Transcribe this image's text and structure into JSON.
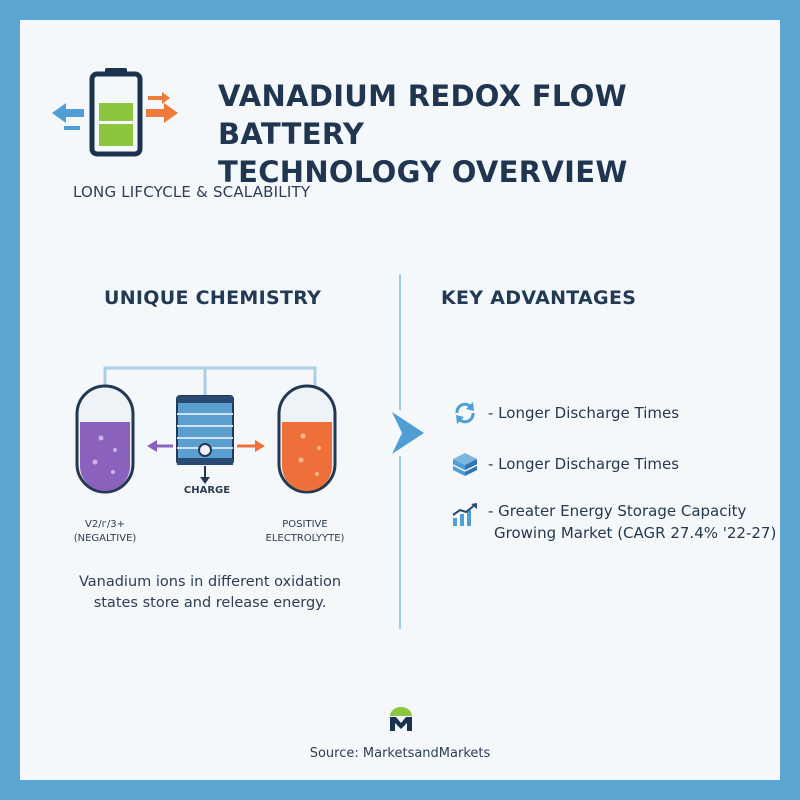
{
  "header": {
    "title_line1": "VANADIUM REDOX FLOW BATTERY",
    "title_line2": "TECHNOLOGY OVERVIEW",
    "subtitle": "LONG LIFCYCLE & SCALABILITY",
    "icon": "battery-charge-icon"
  },
  "chemistry": {
    "heading": "UNIQUE CHEMISTRY",
    "cell_label": "CHARGE",
    "left_tank_line1": "V2/г/3+",
    "left_tank_line2": "(NEGALTIVE)",
    "right_tank_line1": "POSITIVE",
    "right_tank_line2": "ELECTROLYYTE)",
    "caption_line1": "Vanadium ions in different oxidation",
    "caption_line2": "states store and release energy.",
    "colors": {
      "negative": "#8a62bd",
      "positive": "#ee6f3a"
    }
  },
  "advantages": {
    "heading": "KEY ADVANTAGES",
    "items": [
      {
        "icon": "cycle-arrows-icon",
        "text": "- Longer Discharge Times"
      },
      {
        "icon": "storage-cube-icon",
        "text": "- Longer Discharge Times"
      },
      {
        "icon": "growth-chart-icon",
        "text": "- Greater Energy Storage Capacity",
        "text2": "Growing Market (CAGR 27.4% '22-27)"
      }
    ]
  },
  "footer": {
    "logo": "marketsandmarkets-logo",
    "source": "Source: MarketsandMarkets"
  }
}
